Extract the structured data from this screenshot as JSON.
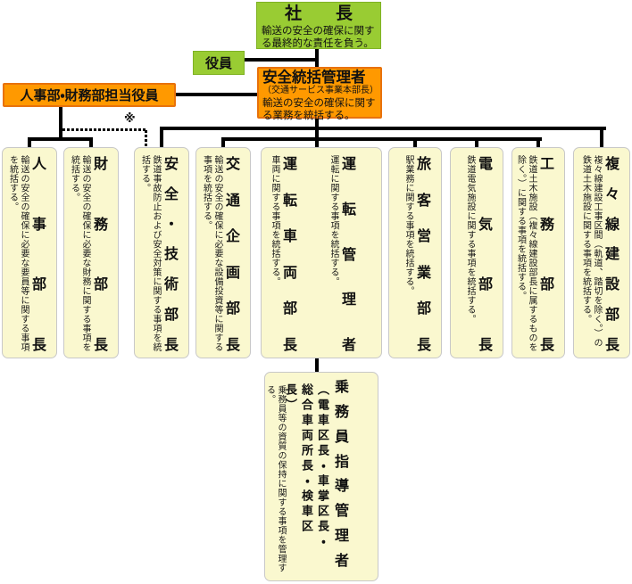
{
  "colors": {
    "green": "#99CC33",
    "green_border": "#7FB224",
    "orange": "#FF9900",
    "orange_border": "#E8720C",
    "box_fill": "#FAF8CF",
    "box_border": "#C8C8C8",
    "line": "#000000"
  },
  "top": {
    "president": {
      "title": "社　　長",
      "note": "輸送の安全の確保に関する最終的な責任を負う。"
    },
    "officers_label": "役員",
    "safety_manager": {
      "title": "安全統括管理者",
      "subtitle": "（交通サービス事業本部長）",
      "note": "輸送の安全の確保に関する業務を統括する。"
    },
    "hr_finance_label": "人事部・財務部担当役員",
    "footnote_mark": "※"
  },
  "departments": [
    {
      "title": "人事部長",
      "note": "輸送の安全の確保に必要な要員等に関する事項を統括する。"
    },
    {
      "title": "財務部長",
      "note": "輸送の安全の確保に必要な財務に関する事項を統括する。"
    },
    {
      "title": "安全・技術部長",
      "note": "鉄道事故防止および安全対策に関する事項を統括する。"
    },
    {
      "title": "交通企画部長",
      "note": "輸送の安全の確保に必要な設備投資等に関する事項を統括する。"
    },
    {
      "title": "運転車両部長",
      "note": "車両に関する事項を統括する。"
    },
    {
      "title": "運転管理者",
      "note": "運転に関する事項を統括する。"
    },
    {
      "title": "旅客営業部長",
      "note": "駅業務に関する事項を統括する。"
    },
    {
      "title": "電気部長",
      "note": "鉄道電気施設に関する事項を統括する。"
    },
    {
      "title": "工務部長",
      "note": "鉄道土木施設（複々線建設部長に属するものを除く。）に関する事項を統括する。"
    },
    {
      "title": "複々線建設部長",
      "note": "複々線建設工事区間（軌道、踏切を除く。）の鉄道土木施設に関する事項を統括する。"
    }
  ],
  "crew_manager": {
    "title": "乗務員指導管理者",
    "subtitle": "（電車区長・車掌区長・総合車両所長・検車区長）",
    "note": "乗務員等の資質の保持に関する事項を管理する。"
  }
}
